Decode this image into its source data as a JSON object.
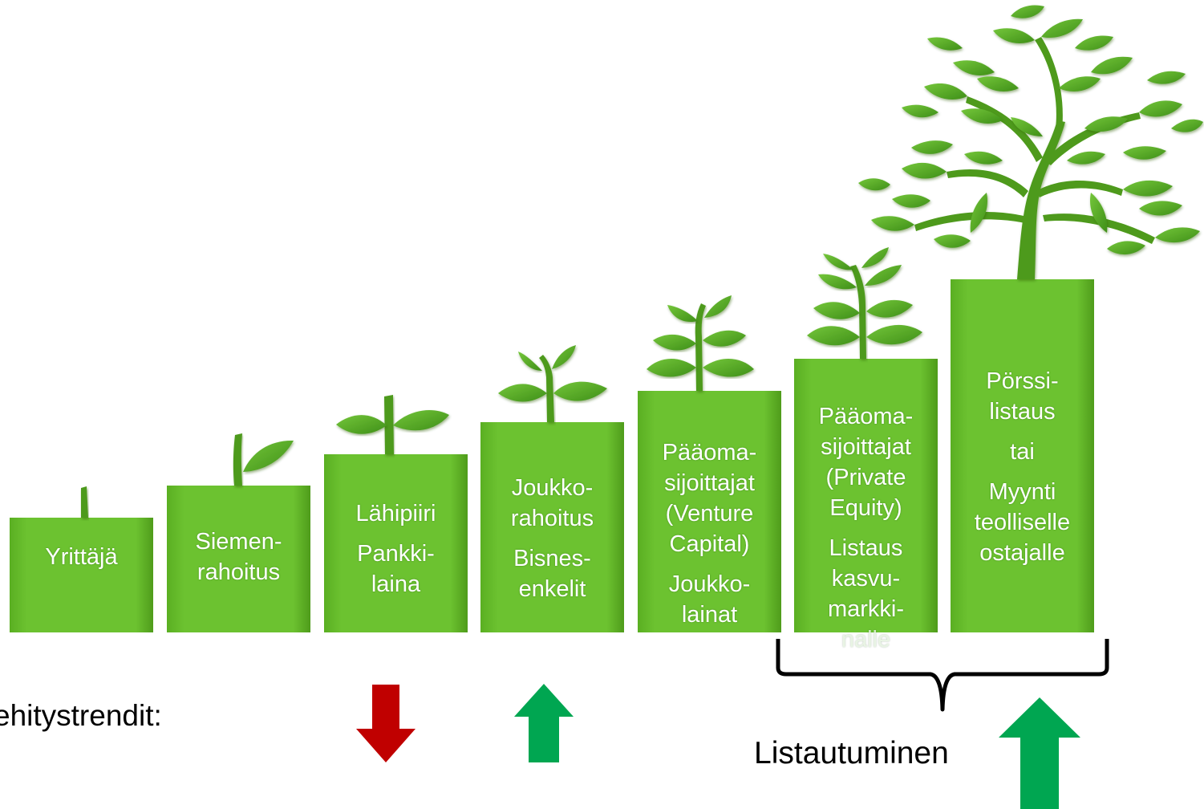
{
  "colors": {
    "box": "#6abf2e",
    "box_dark": "#4e9a1c",
    "leaf": "#5cab2a",
    "arrow_down": "#c00000",
    "arrow_up": "#00a651",
    "text": "#ffffff",
    "bracket": "#000000"
  },
  "stages": [
    {
      "lines": [
        "Yrittäjä"
      ]
    },
    {
      "lines": [
        "Siemen-",
        "rahoitus"
      ]
    },
    {
      "lines": [
        "Lähipiiri",
        "",
        "Pankki-",
        "laina"
      ]
    },
    {
      "lines": [
        "Joukko-",
        "rahoitus",
        "",
        "Bisnes-",
        "enkelit"
      ]
    },
    {
      "lines": [
        "Pääoma-",
        "sijoittajat",
        "(Venture",
        "Capital)",
        "",
        "Joukko-",
        "lainat"
      ]
    },
    {
      "lines": [
        "Pääoma-",
        "sijoittajat",
        "(Private",
        "Equity)",
        "",
        "Listaus",
        "kasvu-",
        "markki-",
        "nalle"
      ]
    },
    {
      "lines": [
        "Pörssi-",
        "listaus",
        "",
        "tai",
        "",
        "Myynti",
        "teolliselle",
        "ostajalle"
      ]
    }
  ],
  "trends_label": "ehitystrendit:",
  "listing_label": "Listautuminen",
  "trend_arrows": [
    {
      "icon": "arrow-down-icon",
      "direction": "down",
      "stage": "Lähipiiri / Pankkilaina"
    },
    {
      "icon": "arrow-up-icon",
      "direction": "up",
      "stage": "Joukkorahoitus / Bisnesenkelit"
    },
    {
      "icon": "arrow-up-icon",
      "direction": "up",
      "stage": "Listautuminen"
    }
  ]
}
